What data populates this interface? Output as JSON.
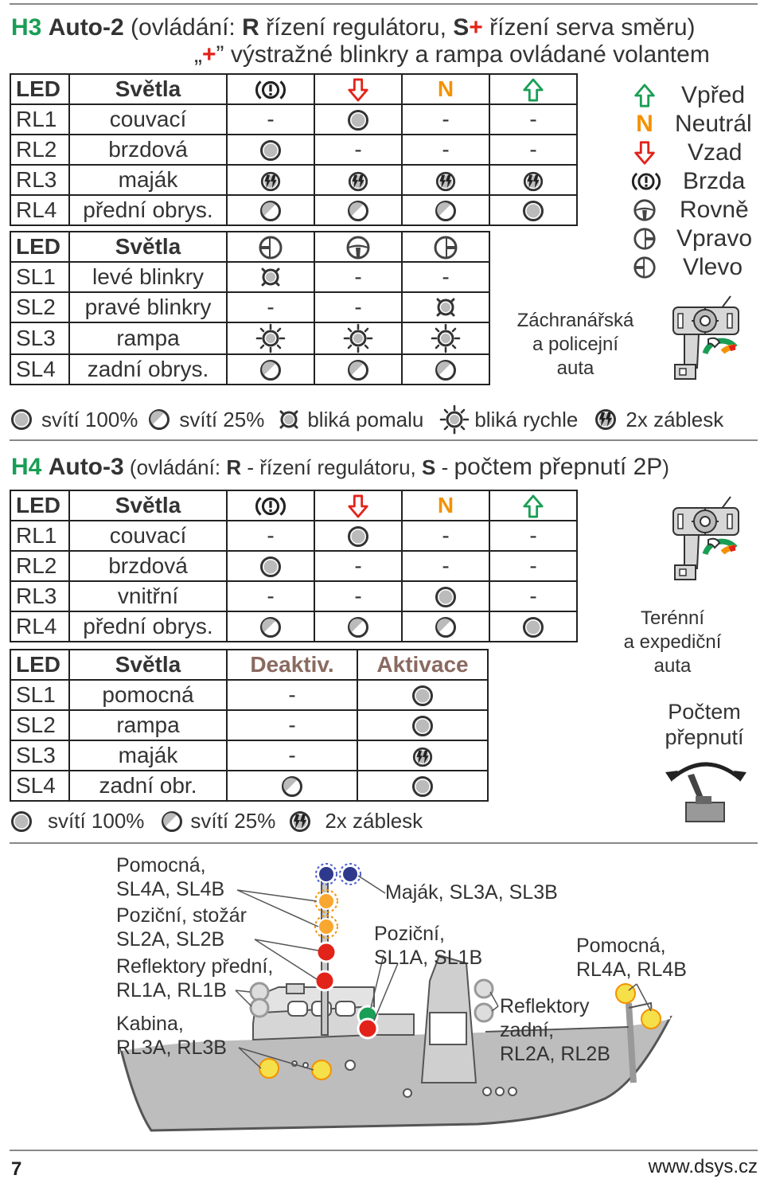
{
  "h3": {
    "code": "H3",
    "title": "Auto-2",
    "line1": {
      "p1": " (ovládání: ",
      "r": "R",
      "p2": " řízení regulátoru, ",
      "s": "S",
      "plus": "+",
      "p3": " řízení serva směru)"
    },
    "line2": {
      "q1": "„",
      "plus": "+",
      "rest": "” výstražné blinkry a rampa ovládané volantem"
    },
    "table1": {
      "led": "LED",
      "svetla": "Světla",
      "rows": [
        {
          "id": "RL1",
          "name": "couvací",
          "cells": [
            "-",
            "full",
            "-",
            "-"
          ]
        },
        {
          "id": "RL2",
          "name": "brzdová",
          "cells": [
            "full",
            "-",
            "-",
            "-"
          ]
        },
        {
          "id": "RL3",
          "name": "maják",
          "cells": [
            "flash",
            "flash",
            "flash",
            "flash"
          ]
        },
        {
          "id": "RL4",
          "name": "přední obrys.",
          "cells": [
            "quarter",
            "quarter",
            "quarter",
            "full"
          ]
        }
      ]
    },
    "table2": {
      "led": "LED",
      "svetla": "Světla",
      "rows": [
        {
          "id": "SL1",
          "name": "levé blinkry",
          "cells": [
            "slow",
            "-",
            "-"
          ]
        },
        {
          "id": "SL2",
          "name": "pravé blinkry",
          "cells": [
            "-",
            "-",
            "slow"
          ]
        },
        {
          "id": "SL3",
          "name": "rampa",
          "cells": [
            "fast",
            "fast",
            "fast"
          ]
        },
        {
          "id": "SL4",
          "name": "zadní obrys.",
          "cells": [
            "quarter",
            "quarter",
            "quarter"
          ]
        }
      ]
    },
    "side": {
      "forward": {
        "label": "Vpřed"
      },
      "neutral": {
        "symbol": "N",
        "label": "Neutrál"
      },
      "reverse": {
        "label": "Vzad"
      },
      "brake": {
        "label": "Brzda"
      },
      "straight": {
        "label": "Rovně"
      },
      "right": {
        "label": "Vpravo"
      },
      "left": {
        "label": "Vlevo"
      }
    },
    "note": [
      "Záchranářská",
      "a policejní",
      "auta"
    ],
    "legend": {
      "full": "svítí 100%",
      "quarter": "svítí 25%",
      "slow": "bliká pomalu",
      "fast": "bliká rychle",
      "flash": "2x záblesk"
    }
  },
  "h4": {
    "code": "H4",
    "title": "Auto-3",
    "line1": {
      "p1": " (ovládání: ",
      "r": "R",
      "p2": " - řízení regulátoru, ",
      "s": "S",
      "p3": " - ",
      "p4": "počtem přepnutí 2P",
      "p5": ")"
    },
    "table1": {
      "led": "LED",
      "svetla": "Světla",
      "rows": [
        {
          "id": "RL1",
          "name": "couvací",
          "cells": [
            "-",
            "full",
            "-",
            "-"
          ]
        },
        {
          "id": "RL2",
          "name": "brzdová",
          "cells": [
            "full",
            "-",
            "-",
            "-"
          ]
        },
        {
          "id": "RL3",
          "name": "vnitřní",
          "cells": [
            "-",
            "-",
            "full",
            "-"
          ]
        },
        {
          "id": "RL4",
          "name": "přední obrys.",
          "cells": [
            "quarter",
            "quarter",
            "quarter",
            "full"
          ]
        }
      ]
    },
    "table2": {
      "led": "LED",
      "svetla": "Světla",
      "deaktiv": "Deaktiv.",
      "aktivace": "Aktivace",
      "rows": [
        {
          "id": "SL1",
          "name": "pomocná",
          "cells": [
            "-",
            "full"
          ]
        },
        {
          "id": "SL2",
          "name": "rampa",
          "cells": [
            "-",
            "full"
          ]
        },
        {
          "id": "SL3",
          "name": "maják",
          "cells": [
            "-",
            "flash"
          ]
        },
        {
          "id": "SL4",
          "name": "zadní obr.",
          "cells": [
            "quarter",
            "full"
          ]
        }
      ]
    },
    "note1": [
      "Terénní",
      "a expediční",
      "auta"
    ],
    "note2": [
      "Počtem",
      "přepnutí"
    ],
    "legend": {
      "full": "svítí 100%",
      "quarter": "svítí 25%",
      "flash": "2x záblesk"
    }
  },
  "boat": {
    "l1": [
      "Pomocná,",
      "SL4A, SL4B"
    ],
    "l2": [
      "Poziční, stožár",
      "SL2A, SL2B"
    ],
    "l3": [
      "Reflektory přední,",
      "RL1A, RL1B"
    ],
    "l4": [
      "Kabina,",
      "RL3A, RL3B"
    ],
    "l5": "Maják, SL3A, SL3B",
    "l6": [
      "Poziční,",
      "SL1A, SL1B"
    ],
    "l7": [
      "Reflektory",
      "zadní,",
      "RL2A, RL2B"
    ],
    "l8": [
      "Pomocná,",
      "RL4A, RL4B"
    ]
  },
  "footer": {
    "page": "7",
    "site": "www.dsys.cz"
  },
  "colors": {
    "green": "#1a9e55",
    "red": "#e2231a",
    "orange": "#f39200",
    "navy": "#2d3a8c",
    "yellow": "#f6e04a",
    "brown": "#8a6a60"
  }
}
